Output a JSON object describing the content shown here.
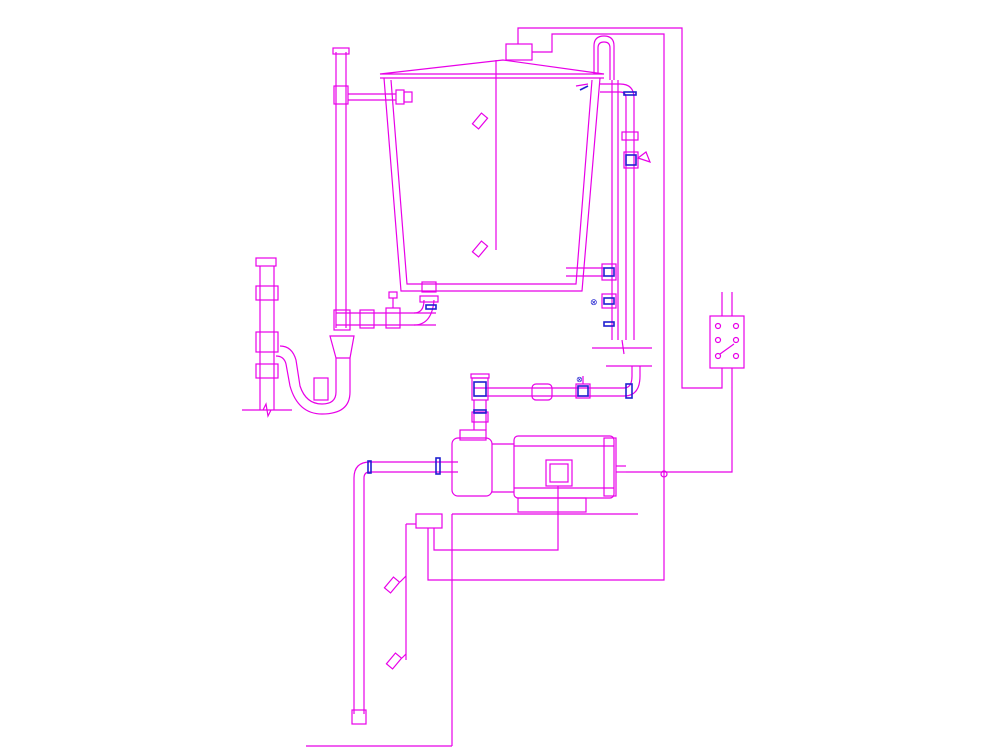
{
  "drawing": {
    "line_color": "#e800e8",
    "fitting_color": "#2020d0",
    "background": "#ffffff",
    "components": [
      "tank",
      "tank-lid",
      "level-switch-box",
      "float-switch-upper",
      "float-switch-lower",
      "overflow-pipe",
      "drain-valve",
      "p-trap",
      "vent-stack",
      "return-riser",
      "gate-valve",
      "check-valve",
      "electric-motor",
      "centrifugal-pump",
      "suction-pipe",
      "control-panel",
      "lower-tank-float-switches",
      "electrical-wiring"
    ]
  }
}
